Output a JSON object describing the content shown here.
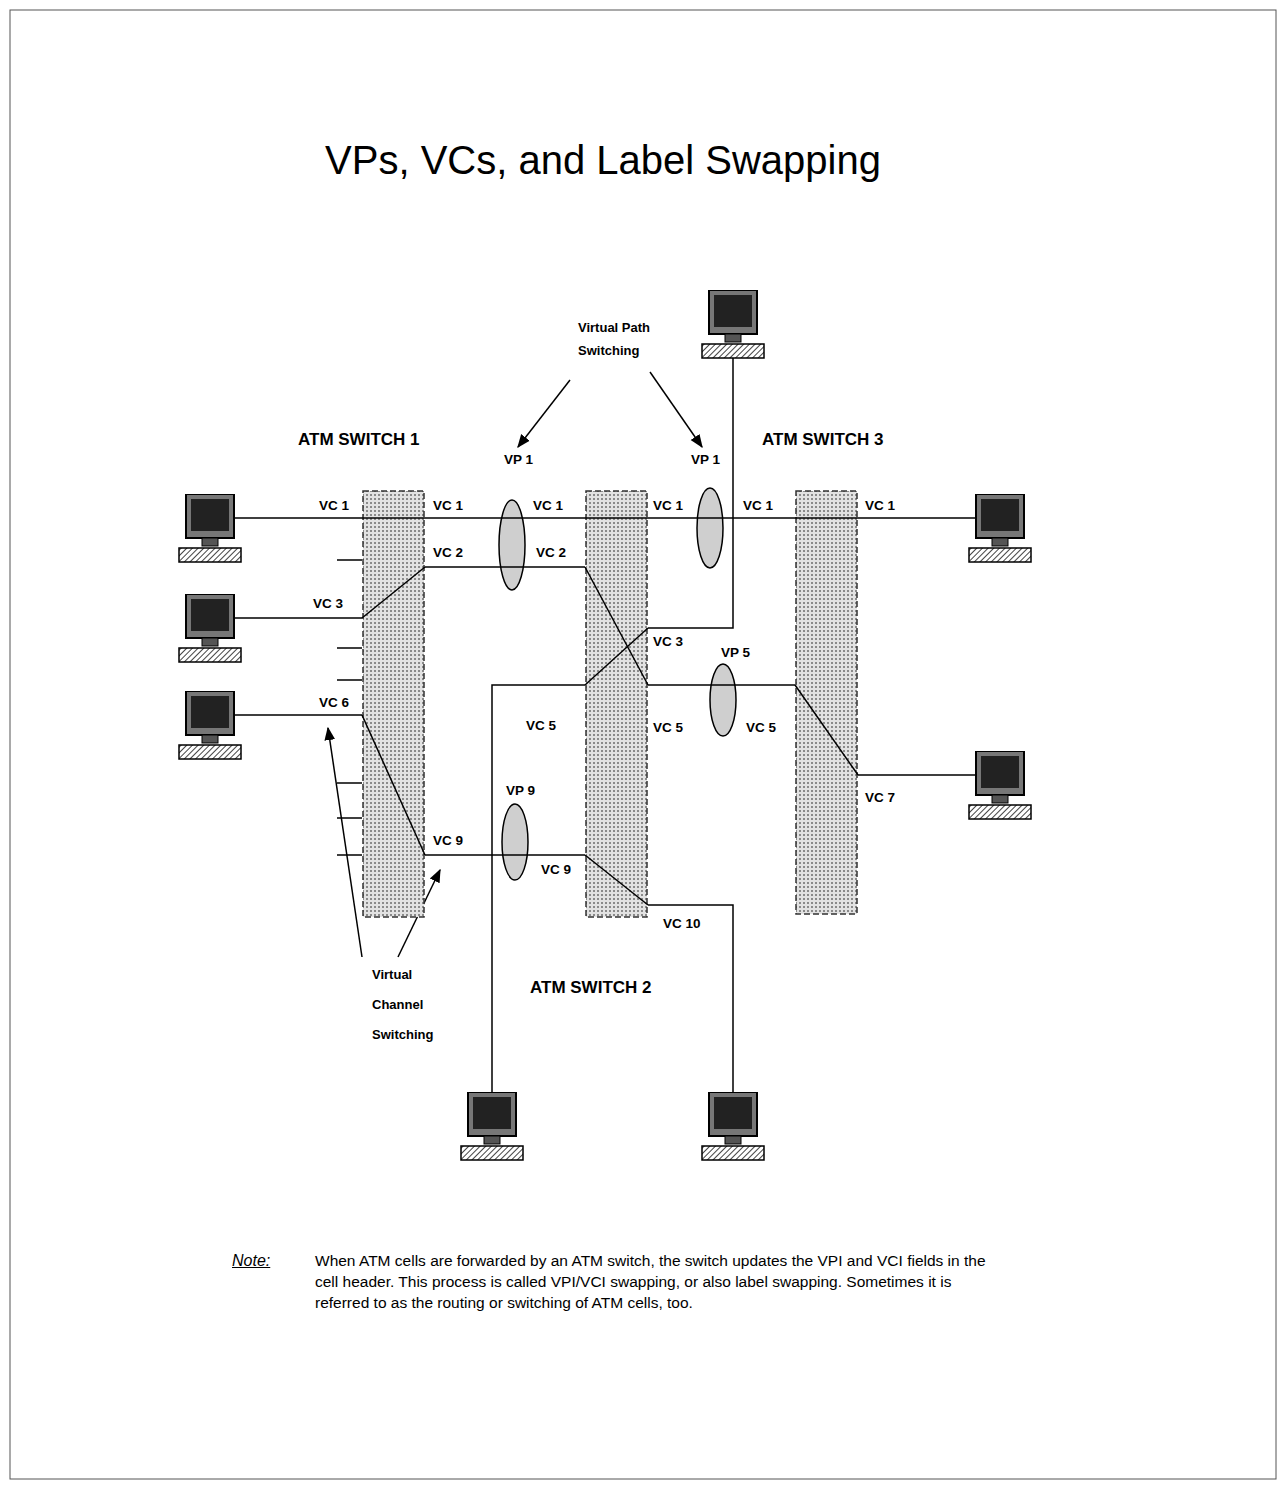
{
  "diagram": {
    "title": "VPs, VCs, and Label Swapping",
    "nodes": [
      {
        "text": [
          "ATM SWITCH 1"
        ]
      },
      {
        "text": [
          "ATM SWITCH 2"
        ]
      },
      {
        "text": [
          "ATM SWITCH 3"
        ]
      }
    ],
    "edges": [
      {
        "from": 0,
        "to": 1,
        "arrow": "none"
      },
      {
        "from": 0,
        "to": 1,
        "arrow": "none"
      },
      {
        "from": 0,
        "to": 1,
        "arrow": "none"
      },
      {
        "from": 1,
        "to": 2,
        "arrow": "none"
      },
      {
        "from": 1,
        "to": 2,
        "arrow": "none"
      }
    ],
    "labels": [
      "Virtual Path Switching",
      "VP 1",
      "VP 1",
      "VC 1",
      "VC 1",
      "VC 1",
      "VC 1",
      "VC 1",
      "VC 1",
      "VC 2",
      "VC 2",
      "VC 3",
      "VC 3",
      "VP 5",
      "VC 6",
      "VC 5",
      "VC 5",
      "VC 5",
      "VC 7",
      "VP 9",
      "VC 9",
      "VC 9",
      "VC 10",
      "Virtual Channel Switching",
      "Note:",
      "When ATM cells are forwarded by an ATM switch, the switch updates the VPI and VCI fields in the cell header. This process is called VPI/VCI swapping, or also label swapping. Sometimes it is referred to as the routing or switching of ATM cells, too."
    ]
  }
}
